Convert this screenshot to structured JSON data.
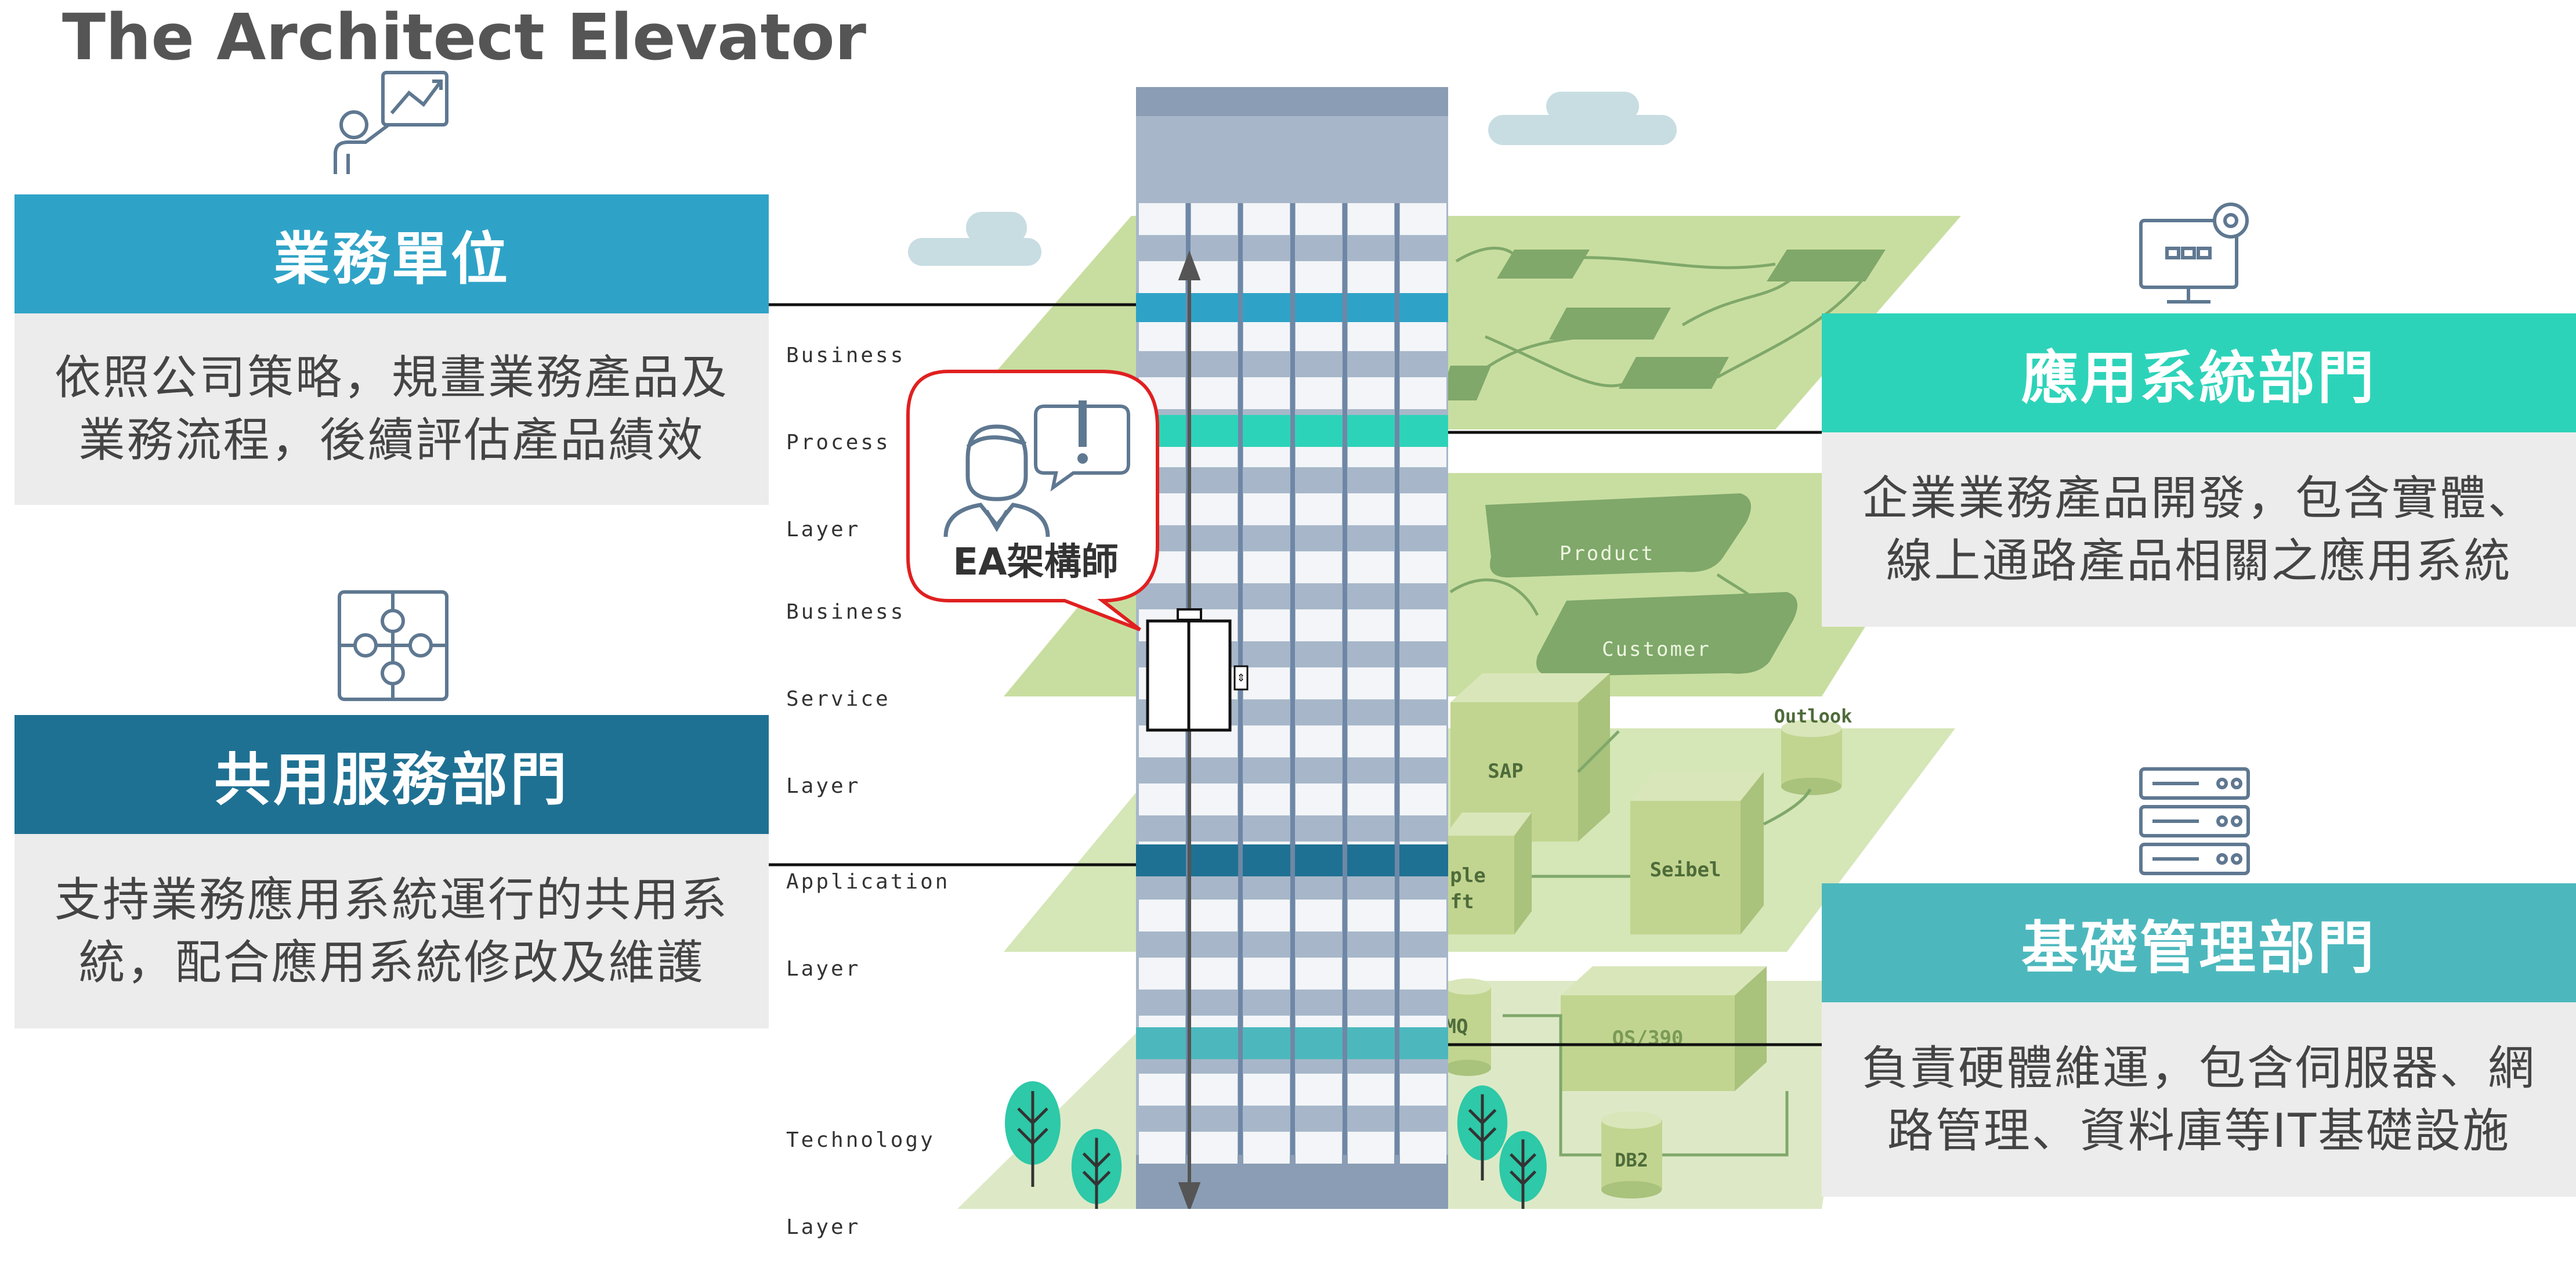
{
  "title": "The Architect Elevator",
  "departments": [
    {
      "title": "業務單位",
      "desc_lines": [
        "依照公司策略，規畫業務產品及",
        "業務流程，後續評估產品績效"
      ],
      "color": "#2fa3c7",
      "icon": "presenter-chart-icon"
    },
    {
      "title": "共用服務部門",
      "desc_lines": [
        "支持業務應用系統運行的共用系",
        "統，配合應用系統修改及維護"
      ],
      "color": "#1f7193",
      "icon": "puzzle-icon"
    },
    {
      "title": "應用系統部門",
      "desc_lines": [
        "企業業務產品開發，包含實體、",
        "線上通路產品相關之應用系統"
      ],
      "color": "#2dd3b9",
      "icon": "monitor-gear-icon"
    },
    {
      "title": "基礎管理部門",
      "desc_lines": [
        "負責硬體維運，包含伺服器、網",
        "路管理、資料庫等IT基礎設施"
      ],
      "color": "#4cb8bd",
      "icon": "server-rack-icon"
    }
  ],
  "layers": [
    {
      "lines": [
        "Business",
        "Process",
        "Layer"
      ]
    },
    {
      "lines": [
        "Business",
        "Service",
        "Layer"
      ]
    },
    {
      "lines": [
        "Application",
        "Layer"
      ]
    },
    {
      "lines": [
        "Technology",
        "Layer"
      ]
    }
  ],
  "bubble_label": "EA架構師",
  "platform_labels": {
    "product": "Product",
    "customer": "Customer",
    "sap": "SAP",
    "seibel": "Seibel",
    "outlook": "Outlook",
    "apple_soft": [
      "ple",
      "ft"
    ],
    "os390": "OS/390",
    "mq": "MQ",
    "db2": "DB2"
  },
  "colors": {
    "platform": "#c8dea0",
    "platform_dark": "#7fa86a",
    "building": "#a7b7c9",
    "building_light": "#f3f5f8",
    "bubble_border": "#e02020",
    "tree": "#2dc9a8"
  }
}
